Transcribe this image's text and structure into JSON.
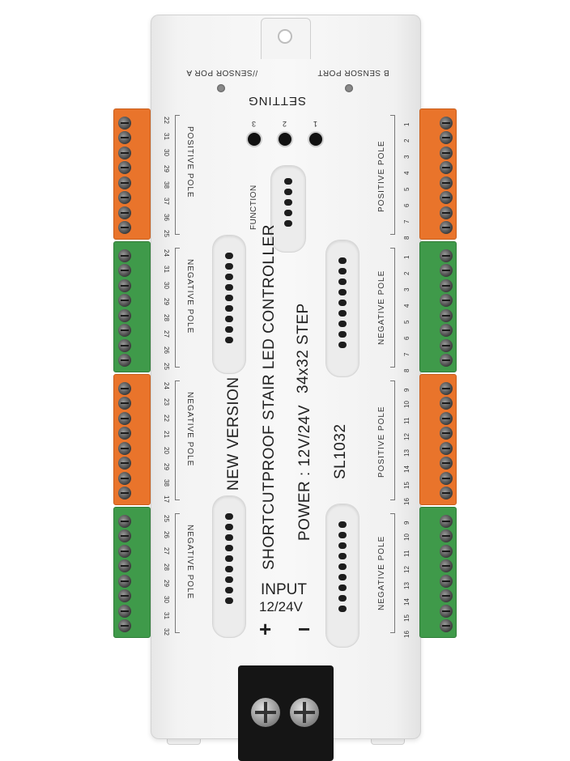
{
  "device": {
    "sensor_a_label": "//SENSOR POR A",
    "sensor_b_label": "B SENSOR PORT",
    "setting_label": "SETTING",
    "setting_buttons": [
      "3",
      "2",
      "1"
    ],
    "function_label": "FUNCTION",
    "new_version": "NEW VERSION",
    "product_name": "SHORTCUTPROOF STAIR LED CONTROLLER",
    "steps": "34x32  STEP",
    "power": "POWER : 12V/24V",
    "model": "SL1032",
    "input_label": "INPUT",
    "input_voltage": "12/24V",
    "plus": "+",
    "minus": "−"
  },
  "left_blocks": [
    {
      "color": "orange",
      "label": "POSITIVE POLE",
      "pins": [
        "22",
        "31",
        "30",
        "29",
        "38",
        "37",
        "36",
        "25"
      ]
    },
    {
      "color": "green",
      "label": "NEGATIVE POLE",
      "pins": [
        "24",
        "31",
        "30",
        "29",
        "28",
        "27",
        "26",
        "25"
      ]
    },
    {
      "color": "orange",
      "label": "NEGATIVE POLE",
      "pins": [
        "24",
        "23",
        "22",
        "21",
        "20",
        "29",
        "38",
        "17"
      ]
    },
    {
      "color": "green",
      "label": "NEGATIVE POLE",
      "pins": [
        "25",
        "26",
        "27",
        "28",
        "29",
        "30",
        "31",
        "32"
      ]
    }
  ],
  "right_blocks": [
    {
      "color": "orange",
      "label": "POSITIVE POLE",
      "pins": [
        "1",
        "2",
        "3",
        "4",
        "5",
        "6",
        "7",
        "8"
      ]
    },
    {
      "color": "green",
      "label": "NEGATIVE POLE",
      "pins": [
        "1",
        "2",
        "3",
        "4",
        "5",
        "6",
        "7",
        "8"
      ]
    },
    {
      "color": "orange",
      "label": "POSITIVE POLE",
      "pins": [
        "9",
        "10",
        "11",
        "12",
        "13",
        "14",
        "15",
        "16"
      ]
    },
    {
      "color": "green",
      "label": "NEGATIVE POLE",
      "pins": [
        "9",
        "10",
        "11",
        "12",
        "13",
        "14",
        "15",
        "16"
      ]
    }
  ],
  "colors": {
    "orange": "#e9742b",
    "green": "#3f9a4a",
    "housing": "#f4f4f4"
  }
}
